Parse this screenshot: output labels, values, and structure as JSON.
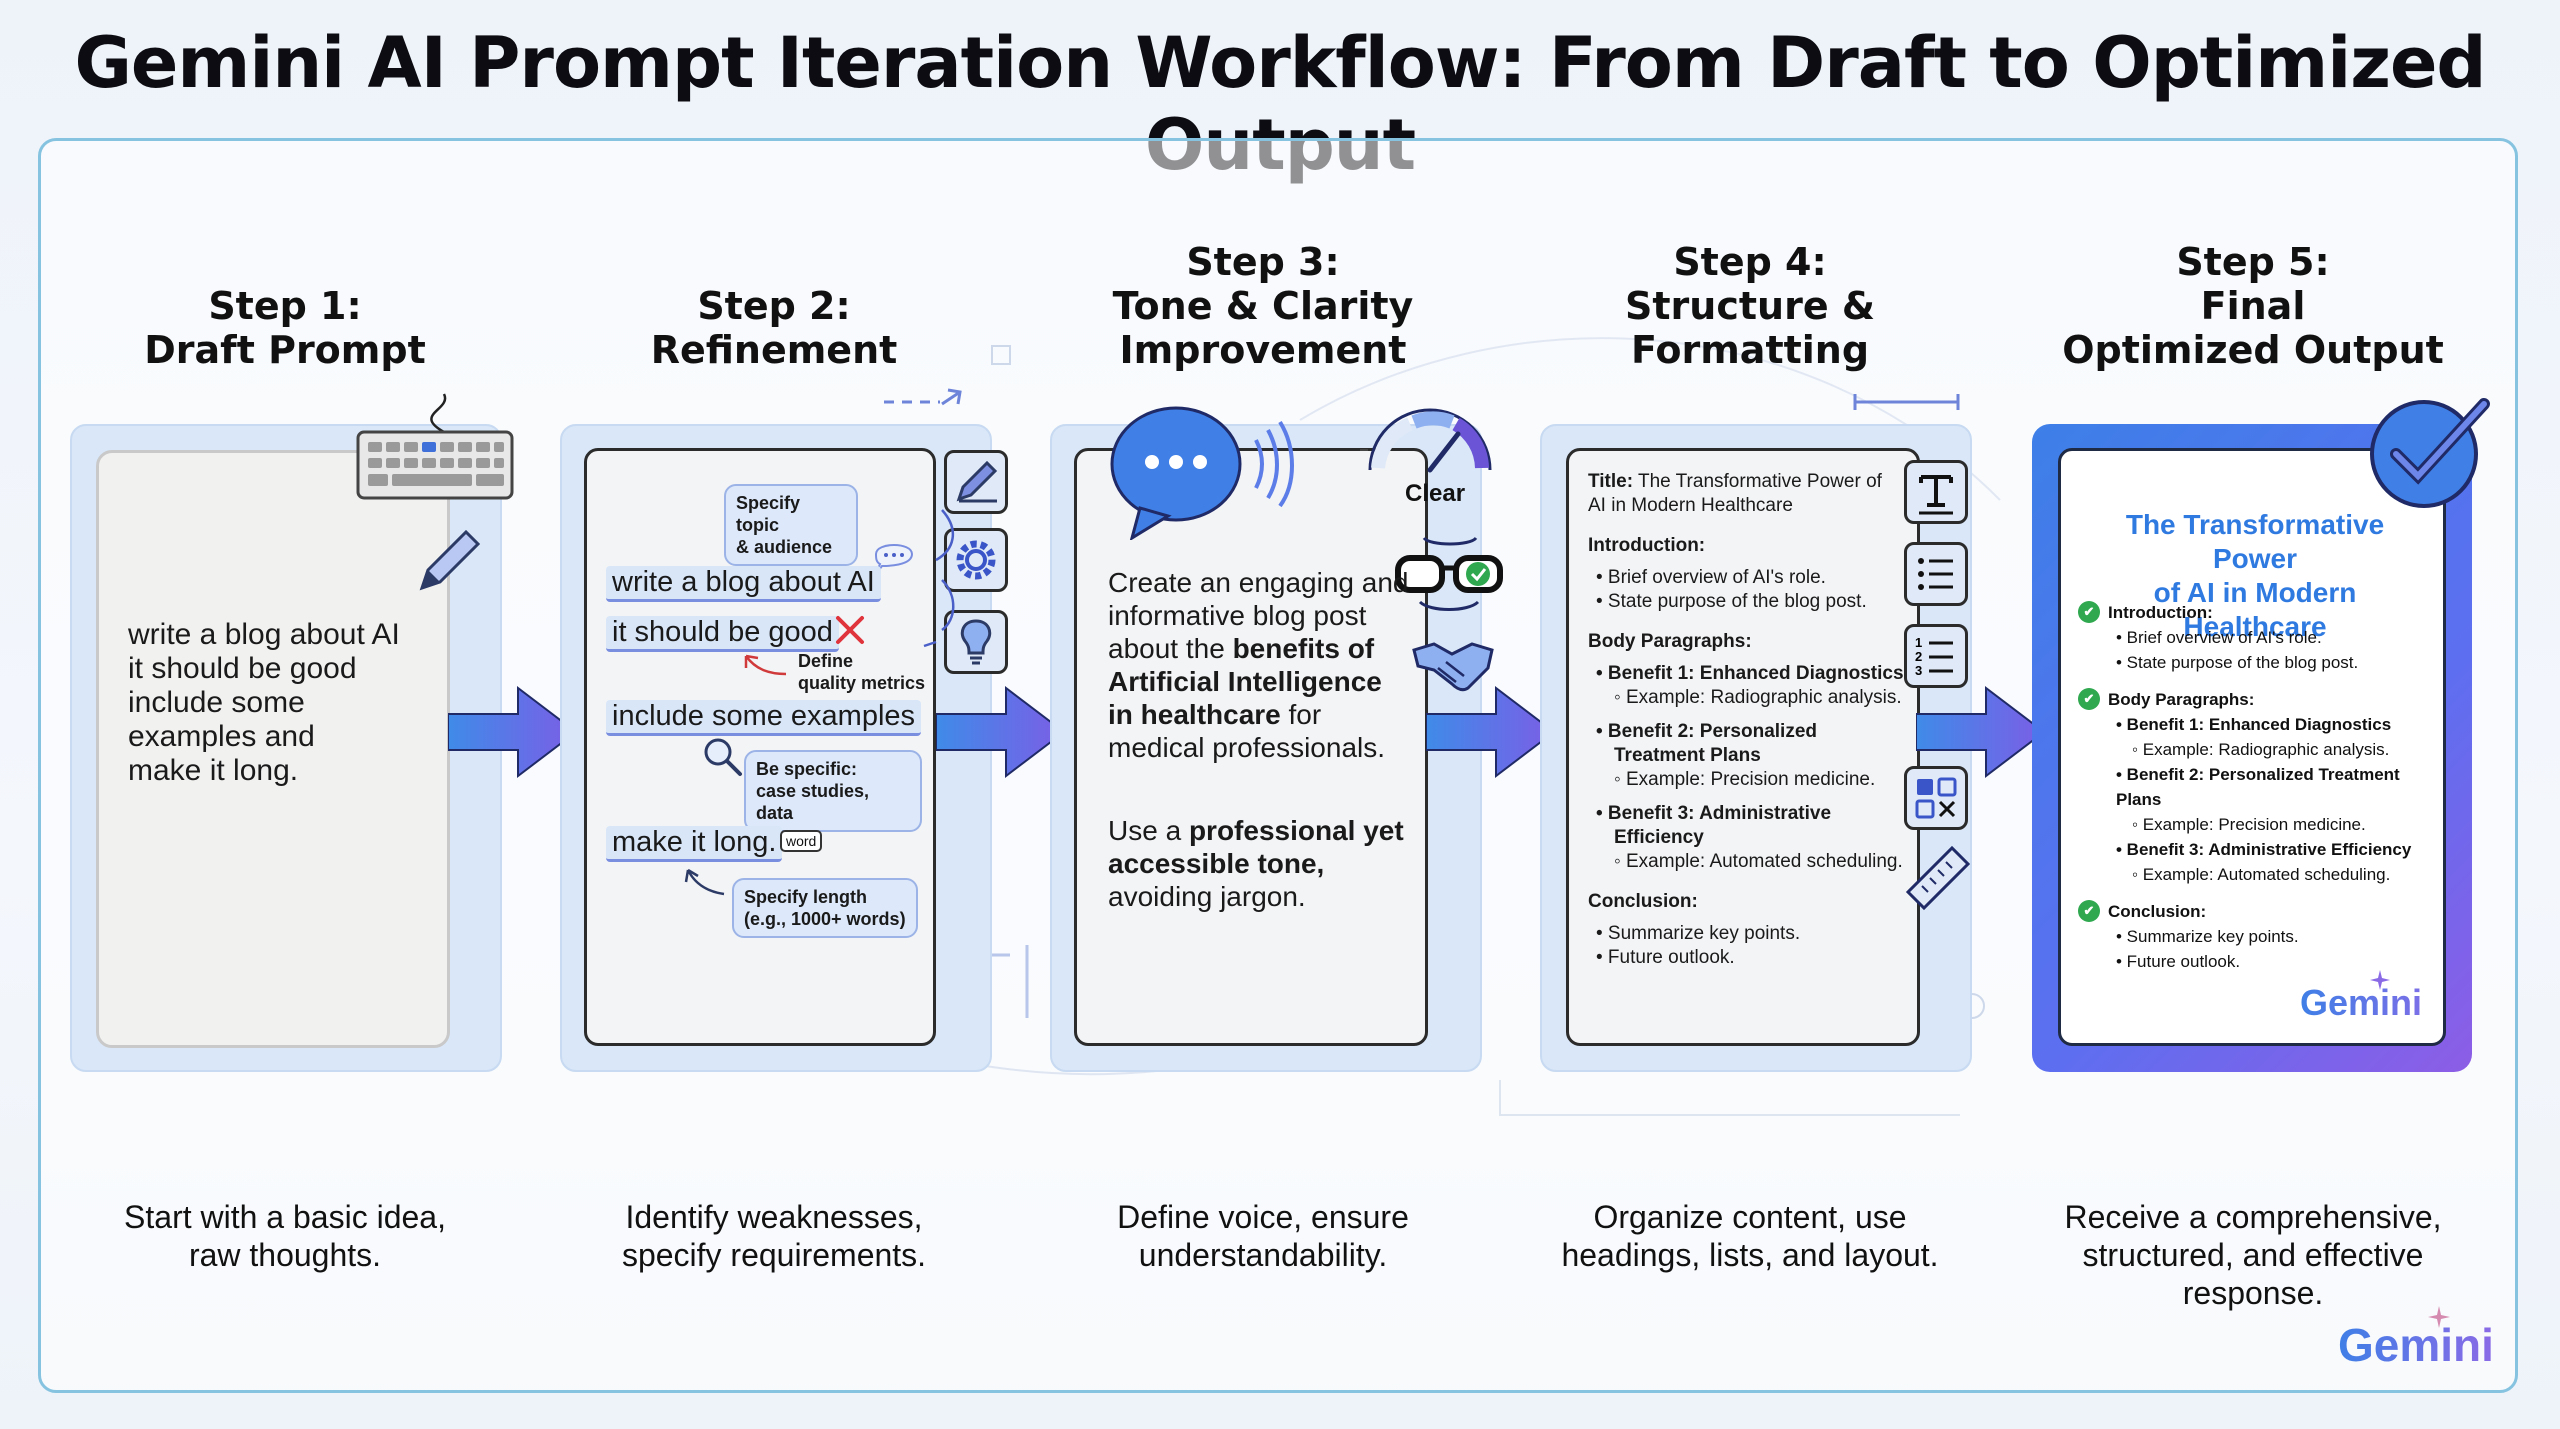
{
  "title": "Gemini AI Prompt Iteration Workflow: From Draft to Optimized Output",
  "steps": [
    {
      "label": "Step 1:",
      "name": [
        "Draft Prompt"
      ],
      "caption": [
        "Start with a basic idea,",
        "raw thoughts."
      ]
    },
    {
      "label": "Step 2:",
      "name": [
        "Refinement"
      ],
      "caption": [
        "Identify weaknesses,",
        "specify requirements."
      ]
    },
    {
      "label": "Step 3:",
      "name": [
        "Tone & Clarity",
        "Improvement"
      ],
      "caption": [
        "Define voice, ensure",
        "understandability."
      ]
    },
    {
      "label": "Step 4:",
      "name": [
        "Structure &",
        "Formatting"
      ],
      "caption": [
        "Organize content, use",
        "headings, lists, and layout."
      ]
    },
    {
      "label": "Step 5:",
      "name": [
        "Final",
        "Optimized Output"
      ],
      "caption": [
        "Receive a comprehensive,",
        "structured, and effective",
        "response."
      ]
    }
  ],
  "draft": {
    "lines": [
      "write a blog about AI",
      "it should be good",
      "include some",
      "examples and",
      "make it long."
    ]
  },
  "refinement": {
    "lines": [
      "write a blog about AI",
      "it should be good",
      "include some examples",
      "make it long."
    ],
    "bubble_topic": [
      "Specify topic",
      "& audience"
    ],
    "note_quality": [
      "Define",
      "quality metrics"
    ],
    "bubble_specific": [
      "Be specific:",
      "case studies, data"
    ],
    "bubble_length": [
      "Specify length",
      "(e.g., 1000+ words)"
    ],
    "word_chip": "word"
  },
  "tone": {
    "clear_label": "Clear",
    "para1": {
      "l1": "Create an engaging and",
      "l2": "informative blog post",
      "l3a": "about the ",
      "l3b": "benefits of",
      "l4": "Artificial Intelligence",
      "l5a": "in healthcare",
      "l5b": " for",
      "l6": "medical professionals."
    },
    "para2": {
      "l1a": "Use a ",
      "l1b": "professional yet",
      "l2": "accessible tone,",
      "l3": "avoiding jargon."
    }
  },
  "structure": {
    "title_label": "Title:",
    "title_text": "The Transformative Power of",
    "title_text2": "AI in Modern Healthcare",
    "intro": "Introduction:",
    "intro_b1": "• Brief overview of AI's role.",
    "intro_b2": "• State purpose of the blog post.",
    "body": "Body Paragraphs:",
    "b1": "• Benefit 1: Enhanced Diagnostics",
    "b1s": "◦ Example: Radiographic analysis.",
    "b2a": "• Benefit 2: Personalized",
    "b2b": "Treatment Plans",
    "b2s": "◦ Example: Precision medicine.",
    "b3a": "• Benefit 3: Administrative",
    "b3b": "Efficiency",
    "b3s": "◦ Example: Automated scheduling.",
    "conclusion": "Conclusion:",
    "c1": "• Summarize key points.",
    "c2": "• Future outlook."
  },
  "final": {
    "title": [
      "The Transformative Power",
      "of AI in Modern Healthcare"
    ],
    "intro": "Introduction:",
    "intro_b1": "• Brief overview of AI's role.",
    "intro_b2": "• State purpose of the blog post.",
    "body": "Body Paragraphs:",
    "b1": "• Benefit 1: Enhanced Diagnostics",
    "b1s": "◦ Example: Radiographic analysis.",
    "b2": "• Benefit 2: Personalized Treatment Plans",
    "b2s": "◦ Example: Precision medicine.",
    "b3": "• Benefit 3: Administrative Efficiency",
    "b3s": "◦ Example: Automated scheduling.",
    "conclusion": "Conclusion:",
    "c1": "• Summarize key points.",
    "c2": "• Future outlook.",
    "brand": "Gemini"
  },
  "footer_brand": "Gemini",
  "colors": {
    "accent": "#3f7fe6",
    "arrow_start": "#3f8be8",
    "arrow_end": "#7b5ee6",
    "check": "#2fa84f",
    "error": "#e0343c"
  },
  "icons": [
    "keyboard-icon",
    "pencil-icon",
    "gear-icon",
    "lightbulb-icon",
    "chat-bubble-icon",
    "gauge-icon",
    "glasses-icon",
    "handshake-icon",
    "text-format-icon",
    "list-icon",
    "numbered-list-icon",
    "layout-icon",
    "ruler-icon",
    "check-badge-icon",
    "magnifier-icon"
  ]
}
